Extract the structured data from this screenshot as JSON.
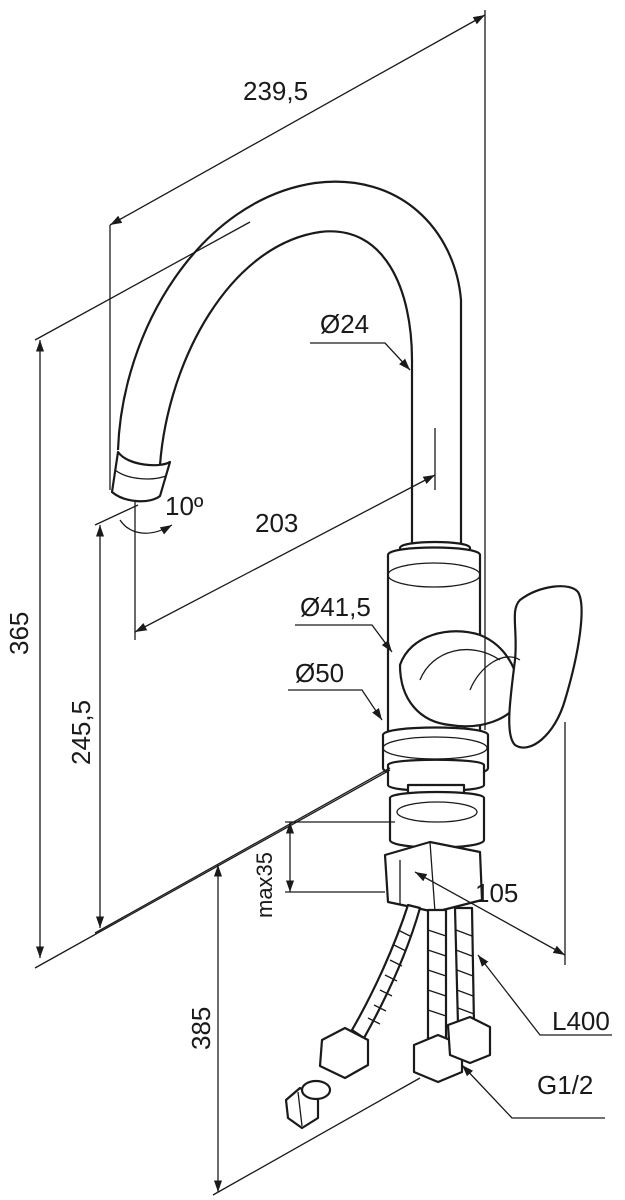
{
  "labels": {
    "overall_length": "239,5",
    "spout_diameter": "Ø24",
    "spout_angle": "10º",
    "spout_reach": "203",
    "body_diameter": "Ø41,5",
    "base_diameter": "Ø50",
    "total_height": "365",
    "spout_height": "245,5",
    "max_deck_thickness": "max35",
    "lever_offset": "105",
    "hose_length": "L400",
    "thread_size": "G1/2",
    "hose_drop": "385"
  }
}
